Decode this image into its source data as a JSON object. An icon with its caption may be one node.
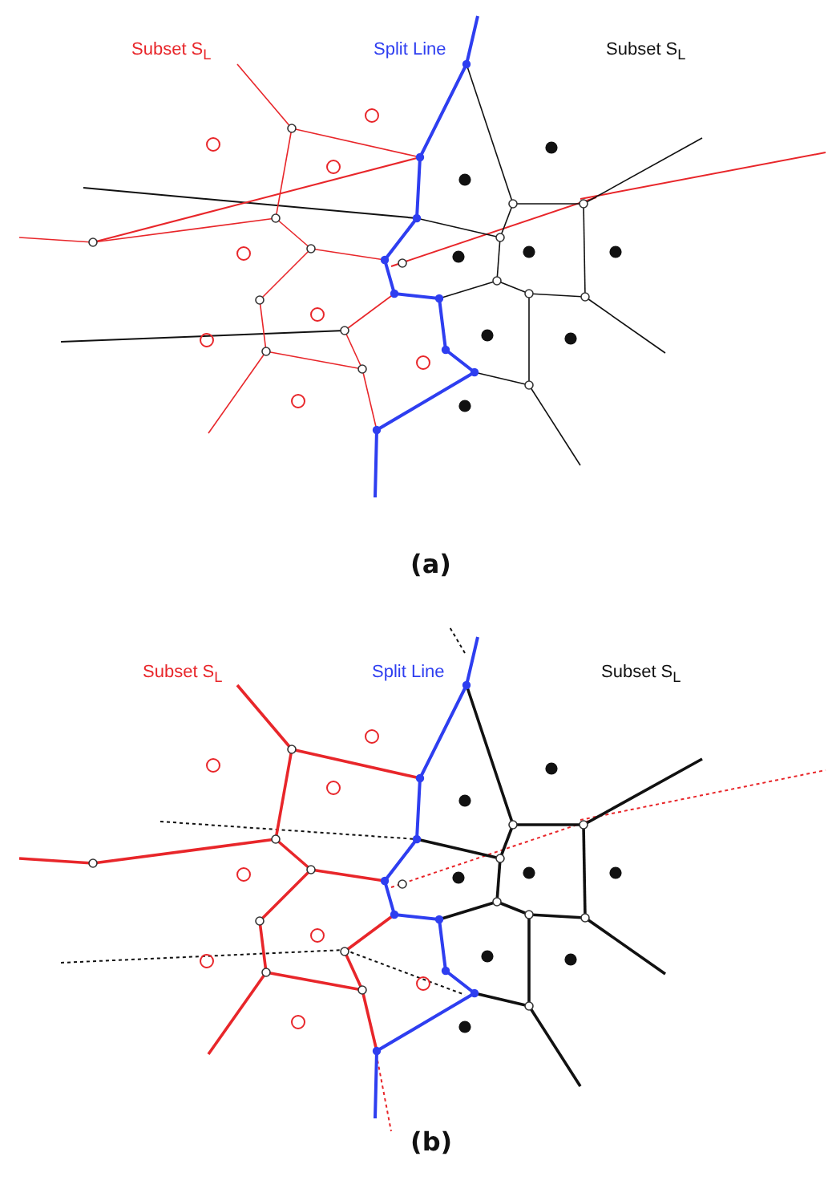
{
  "diagram": {
    "labels": [
      "Subset S$_{L}$",
      "Split Line",
      "Subset S$_{L}$",
      "(a)",
      "Subset S$_{L}$",
      "Split Line",
      "Subset S$_{L}$",
      "(b)"
    ]
  }
}
